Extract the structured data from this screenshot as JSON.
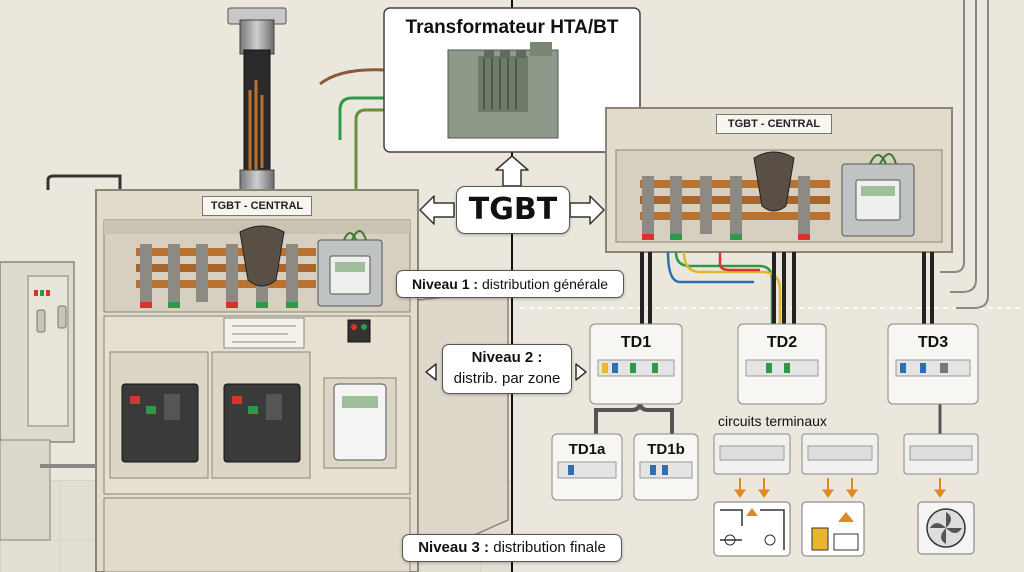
{
  "title": "Transformateur HTA/BT",
  "tgbt": "TGBT",
  "panels": {
    "left_title": "TGBT - CENTRAL",
    "right_title": "TGBT - CENTRAL"
  },
  "levels": {
    "n1_prefix": "Niveau 1 :",
    "n1_text": "distribution générale",
    "n2_line1": "Niveau 2 :",
    "n2_line2": "distrib. par zone",
    "n3_prefix": "Niveau 3 :",
    "n3_text": "distribution finale"
  },
  "boards": {
    "td1": "TD1",
    "td2": "TD2",
    "td3": "TD3",
    "td1a": "TD1a",
    "td1b": "TD1b"
  },
  "circuits_label": "circuits terminaux",
  "icons": [
    "transformer-icon",
    "breaker-icon",
    "energy-meter-icon",
    "room-appliances-icon",
    "kitchen-appliances-icon",
    "fan-icon"
  ],
  "colors": {
    "background": "#ece7dc",
    "cabinet": "#e2dccd",
    "copper": "#b87333",
    "breaker_red": "#d9342b",
    "breaker_green": "#2e9a48",
    "arrow_orange": "#e08a1e"
  }
}
